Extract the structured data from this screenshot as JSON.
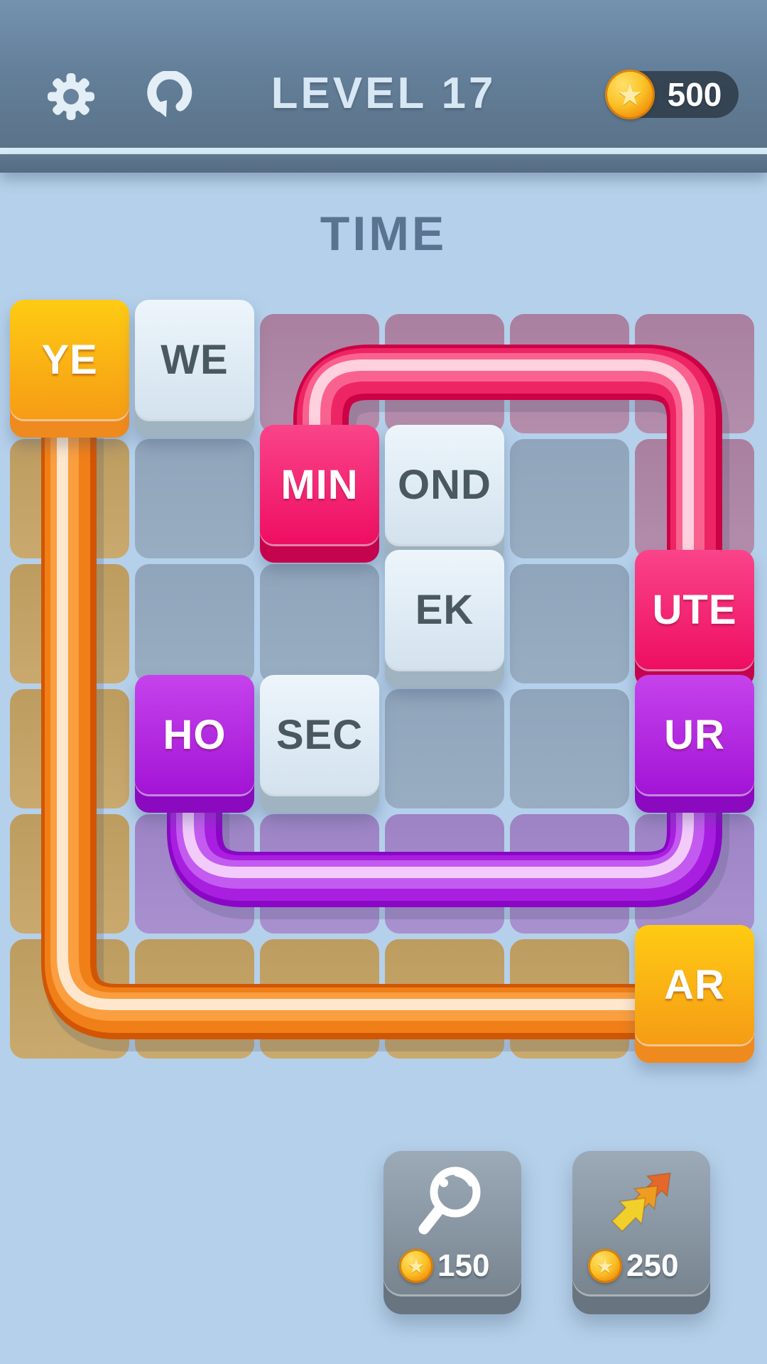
{
  "header": {
    "level_label": "LEVEL 17",
    "coin_count": "500",
    "icons": [
      "settings-gear-icon",
      "restart-icon",
      "coin-icon"
    ]
  },
  "puzzle": {
    "title": "TIME"
  },
  "board": {
    "rows": 6,
    "cols": 6,
    "grid": [
      [
        "",
        "",
        "m",
        "m",
        "m",
        "m"
      ],
      [
        "t",
        "g",
        "",
        "",
        "g",
        "m"
      ],
      [
        "t",
        "g",
        "g",
        "",
        "g",
        ""
      ],
      [
        "t",
        "",
        "",
        "g",
        "g",
        ""
      ],
      [
        "t",
        "v",
        "v",
        "v",
        "v",
        "v"
      ],
      [
        "t",
        "t",
        "t",
        "t",
        "t",
        ""
      ]
    ],
    "tiles": [
      {
        "id": "ye",
        "text": "YE",
        "color": "yellow",
        "row": 0,
        "col": 0
      },
      {
        "id": "we",
        "text": "WE",
        "color": "light",
        "row": 0,
        "col": 1
      },
      {
        "id": "min",
        "text": "MIN",
        "color": "pink",
        "row": 1,
        "col": 2
      },
      {
        "id": "ond",
        "text": "OND",
        "color": "light",
        "row": 1,
        "col": 3
      },
      {
        "id": "ek",
        "text": "EK",
        "color": "light",
        "row": 2,
        "col": 3
      },
      {
        "id": "ute",
        "text": "UTE",
        "color": "pink",
        "row": 2,
        "col": 5
      },
      {
        "id": "ho",
        "text": "HO",
        "color": "purple",
        "row": 3,
        "col": 1
      },
      {
        "id": "sec",
        "text": "SEC",
        "color": "light",
        "row": 3,
        "col": 2
      },
      {
        "id": "ur",
        "text": "UR",
        "color": "purple",
        "row": 3,
        "col": 5
      },
      {
        "id": "ar",
        "text": "AR",
        "color": "yellow",
        "row": 5,
        "col": 5
      }
    ]
  },
  "pipes": {
    "orange": {
      "outer": "#d15603",
      "main": "#f07f18",
      "light": "#fa9e3f",
      "core": "#ffe7cd"
    },
    "pink": {
      "outer": "#cc0246",
      "main": "#ee2564",
      "light": "#f9628f",
      "core": "#ffd0dd"
    },
    "purple": {
      "outer": "#8a07c6",
      "main": "#a91fe0",
      "light": "#c35bf0",
      "core": "#f2cbfb"
    },
    "shadow": "rgba(70,78,105,0.20)"
  },
  "colors": {
    "background": "#b5d0ea",
    "header_text": "#d7e7f3",
    "title_text": "#5a7390",
    "cells": {
      "g": {
        "top": "#90a5bb",
        "bottom": "#98adc2"
      },
      "m": {
        "top": "#a9809f",
        "bottom": "#b48dac"
      },
      "t": {
        "top": "#bd9c60",
        "bottom": "#c9a96d"
      },
      "v": {
        "top": "#9d83c4",
        "bottom": "#a990cf"
      }
    },
    "tiles": {
      "yellow": {
        "top": "#fecb13",
        "bottom": "#f69c15",
        "lip": "#ef8a1e",
        "text": "#ffffff"
      },
      "light": {
        "top": "#edf5fb",
        "bottom": "#d3e2ee",
        "lip": "#9fb3c1",
        "text": "#49595f"
      },
      "pink": {
        "top": "#fa4489",
        "bottom": "#ee0e62",
        "lip": "#c6044e",
        "text": "#ffffff"
      },
      "purple": {
        "top": "#c543ec",
        "bottom": "#a314d6",
        "lip": "#8b0abf",
        "text": "#ffffff"
      }
    }
  },
  "hints": {
    "magnifier": {
      "icon": "magnifier-icon",
      "cost": "150"
    },
    "boost": {
      "icon": "rising-arrows-icon",
      "cost": "250"
    }
  },
  "coin_star_glyph": "★"
}
